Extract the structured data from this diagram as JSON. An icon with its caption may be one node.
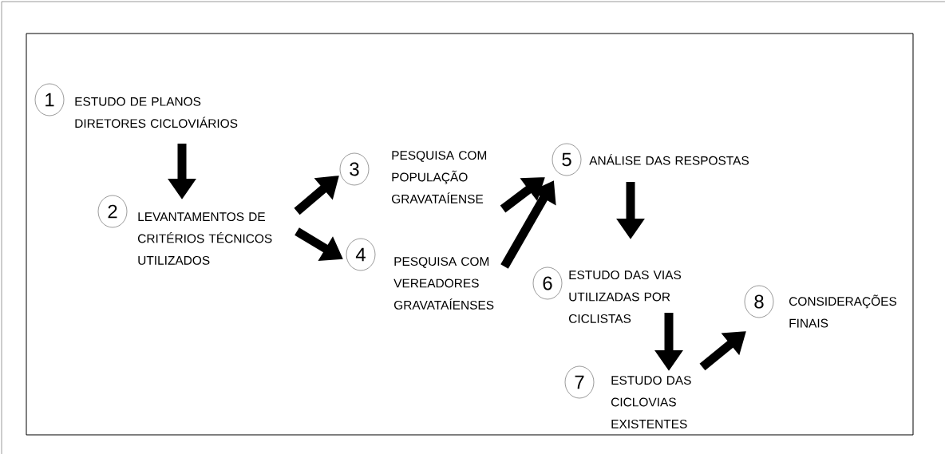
{
  "diagram": {
    "nodes": [
      {
        "text": [
          "1",
          "ESTUDO DE PLANOS DIRETORES CICLOVIÁRIOS"
        ]
      },
      {
        "text": [
          "2",
          "LEVANTAMENTOS DE CRITÉRIOS TÉCNICOS UTILIZADOS"
        ]
      },
      {
        "text": [
          "3",
          "PESQUISA COM POPULAÇÃO GRAVATAÍENSE"
        ]
      },
      {
        "text": [
          "4",
          "PESQUISA COM VEREADORES GRAVATAÍENSES"
        ]
      },
      {
        "text": [
          "5",
          "ANÁLISE DAS RESPOSTAS"
        ]
      },
      {
        "text": [
          "6",
          "ESTUDO DAS VIAS UTILIZADAS POR CICLISTAS"
        ]
      },
      {
        "text": [
          "7",
          "ESTUDO DAS CICLOVIAS EXISTENTES"
        ]
      },
      {
        "text": [
          "8",
          "CONSIDERAÇÕES FINAIS"
        ]
      }
    ],
    "edges": [
      {
        "from": 0,
        "to": 1,
        "arrow": "to"
      },
      {
        "from": 1,
        "to": 2,
        "arrow": "to"
      },
      {
        "from": 1,
        "to": 3,
        "arrow": "to"
      },
      {
        "from": 2,
        "to": 4,
        "arrow": "to"
      },
      {
        "from": 3,
        "to": 4,
        "arrow": "to"
      },
      {
        "from": 4,
        "to": 5,
        "arrow": "to"
      },
      {
        "from": 5,
        "to": 6,
        "arrow": "to"
      },
      {
        "from": 6,
        "to": 7,
        "arrow": "to"
      }
    ]
  }
}
